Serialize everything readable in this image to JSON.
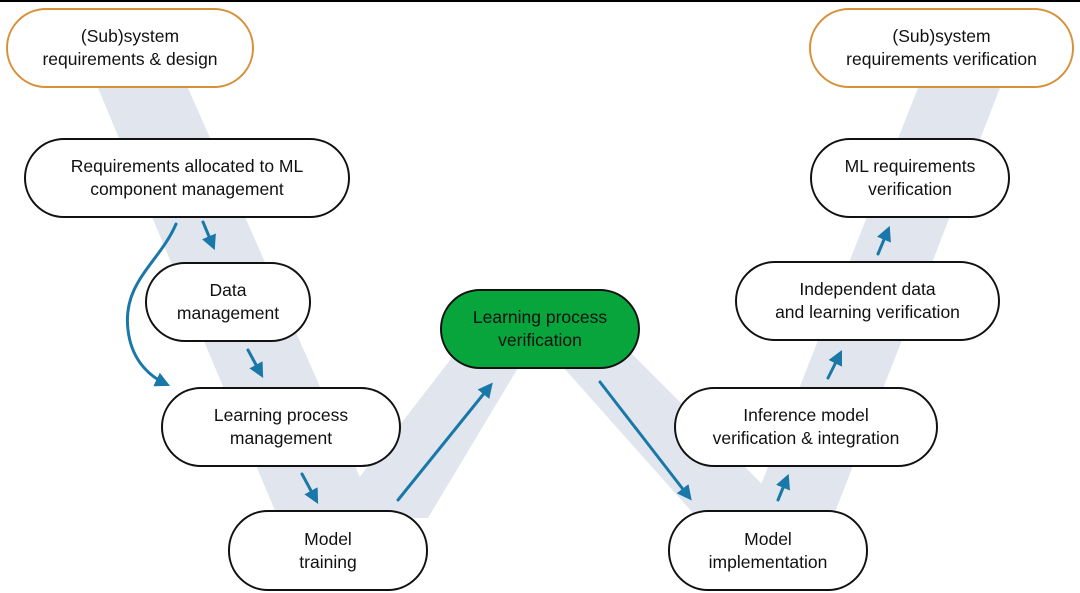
{
  "diagram": {
    "colors": {
      "band": "#e1e6ee",
      "arrow": "#1a78a8",
      "node_border": "#111111",
      "system_border": "#d6913a",
      "highlight_fill": "#07a53c"
    },
    "nodes": {
      "subsystem_design": "(Sub)system\nrequirements & design",
      "subsystem_verification": "(Sub)system\nrequirements verification",
      "requirements_allocated": "Requirements allocated to ML\ncomponent management",
      "data_management": "Data\nmanagement",
      "learning_process_management": "Learning process\nmanagement",
      "model_training": "Model\ntraining",
      "learning_process_verification": "Learning process\nverification",
      "model_implementation": "Model\nimplementation",
      "inference_verification": "Inference model\nverification & integration",
      "independent_verification": "Independent data\nand learning verification",
      "ml_requirements_verification": "ML requirements\nverification"
    },
    "highlighted_node": "learning_process_verification"
  }
}
